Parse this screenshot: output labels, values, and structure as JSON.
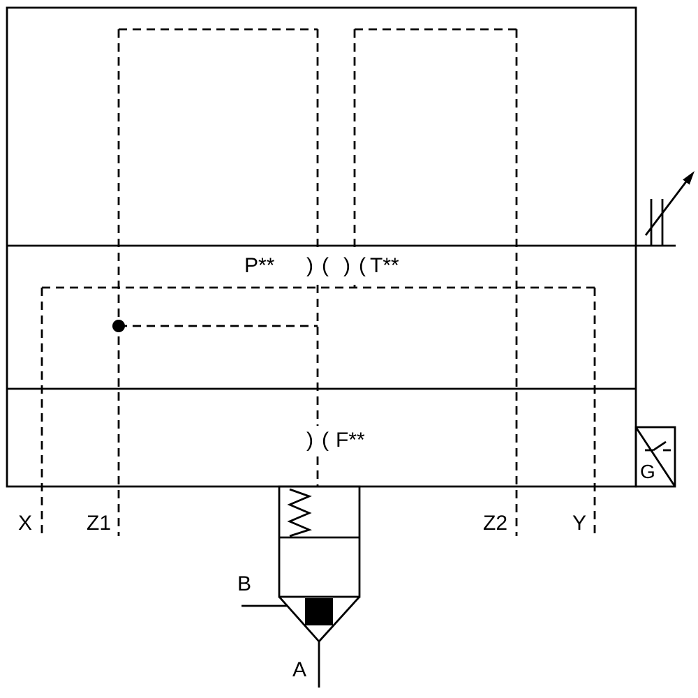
{
  "labels": {
    "p": "P**",
    "t": "T**",
    "f": "F**",
    "x": "X",
    "z1": "Z1",
    "z2": "Z2",
    "y": "Y",
    "b": "B",
    "a": "A",
    "g": "G"
  },
  "symbols": {
    "orifice": ")("
  },
  "colors": {
    "line": "#000000",
    "background": "#ffffff"
  }
}
